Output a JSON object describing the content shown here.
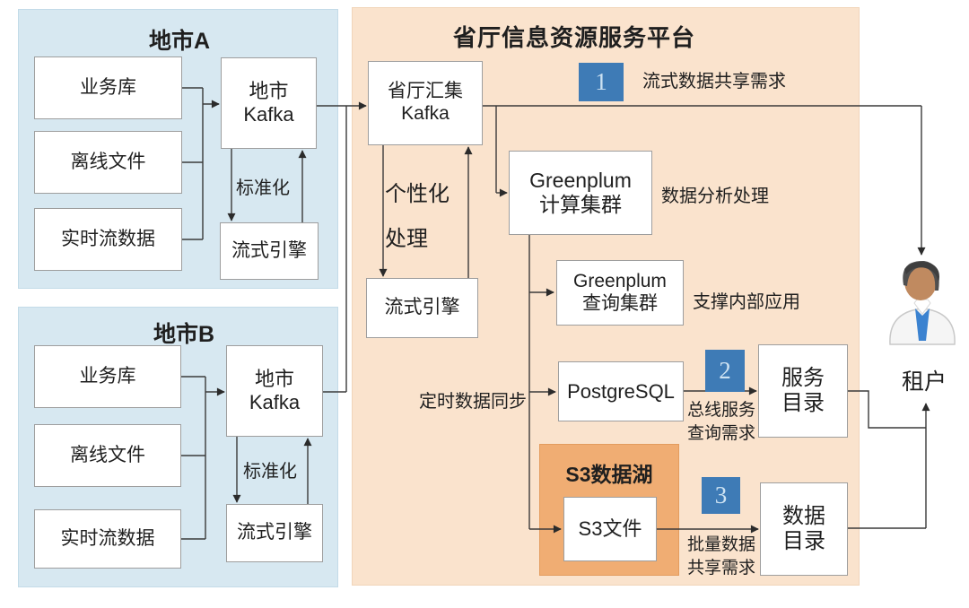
{
  "colors": {
    "city_container": "#d7e8f1",
    "platform_container": "#fae3cd",
    "s3_lake": "#f0ad73",
    "badge_blue": "#3e7bb6",
    "badge_number": "#cde2f2",
    "box_border": "#9e9e9e",
    "connector": "#3a3a3a",
    "tie_blue": "#3b82d0",
    "skin_tan": "#c08a60"
  },
  "cityA": {
    "title": "地市A",
    "sources": [
      "业务库",
      "离线文件",
      "实时流数据"
    ],
    "kafka": "地市\nKafka",
    "engine": "流式引擎",
    "std_label": "标准化"
  },
  "cityB": {
    "title": "地市B",
    "sources": [
      "业务库",
      "离线文件",
      "实时流数据"
    ],
    "kafka": "地市\nKafka",
    "engine": "流式引擎",
    "std_label": "标准化"
  },
  "platform": {
    "title": "省厅信息资源服务平台",
    "hub_kafka": "省厅汇集\nKafka",
    "personalized": "个性化\n处理",
    "engine": "流式引擎",
    "gp_compute": "Greenplum\n计算集群",
    "gp_query": "Greenplum\n查询集群",
    "postgres": "PostgreSQL",
    "s3_lake_title": "S3数据湖",
    "s3_file": "S3文件",
    "service_catalog": "服务\n目录",
    "data_catalog": "数据\n目录"
  },
  "badges": [
    {
      "n": "1",
      "label": "流式数据共享需求"
    },
    {
      "n": "2",
      "label": "总线服务\n查询需求"
    },
    {
      "n": "3",
      "label": "批量数据\n共享需求"
    }
  ],
  "annotations": {
    "analysis": "数据分析处理",
    "internal": "支撑内部应用",
    "sync": "定时数据同步"
  },
  "tenant": {
    "label": "租户",
    "icon": "person-icon"
  }
}
